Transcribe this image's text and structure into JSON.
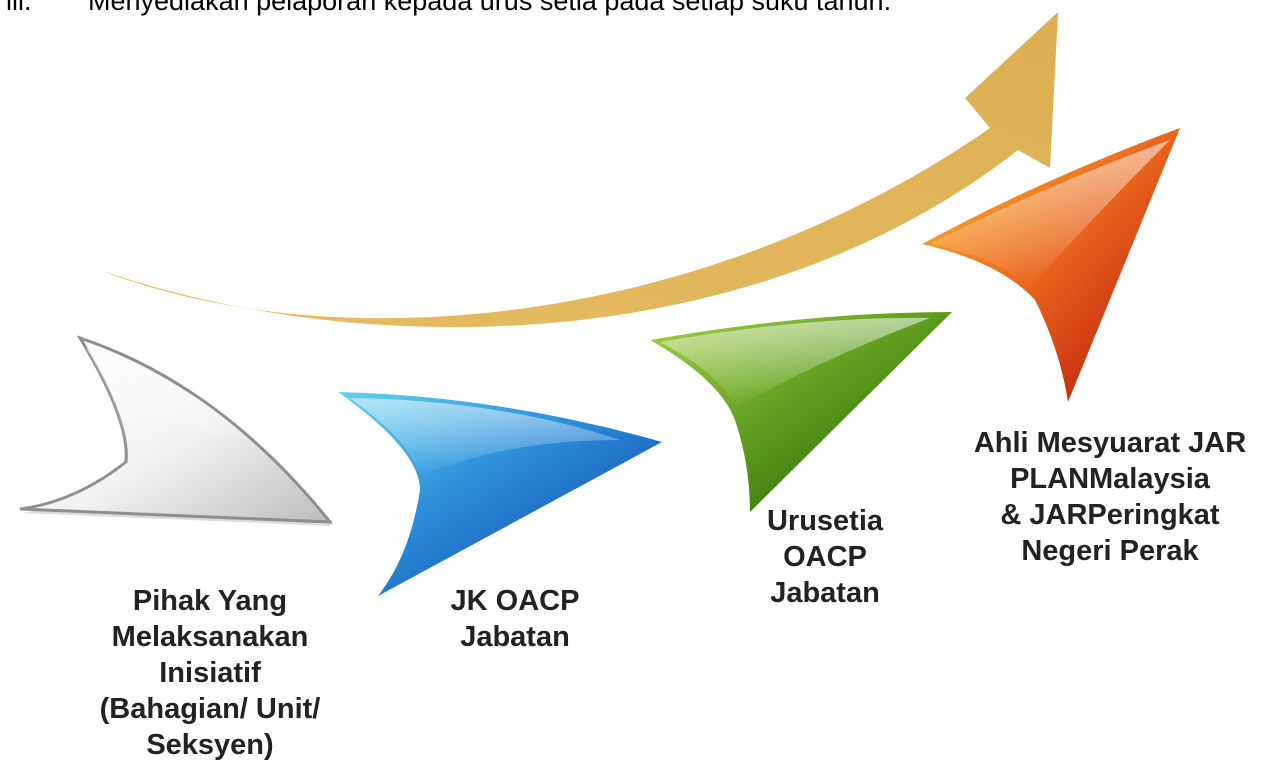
{
  "intro": {
    "number": "iii.",
    "text": "Menyediakan pelaporan kepada urus setia pada setiap suku tahun."
  },
  "stages": [
    {
      "lines": [
        "Pihak Yang",
        "Melaksanakan Inisiatif",
        "(Bahagian/ Unit/",
        "Seksyen)"
      ],
      "color": "#d8d8d8"
    },
    {
      "lines": [
        "JK OACP",
        "Jabatan"
      ],
      "color": "#2a7fd4"
    },
    {
      "lines": [
        "Urusetia",
        "OACP",
        "Jabatan"
      ],
      "color": "#5a9a1c"
    },
    {
      "lines": [
        "Ahli Mesyuarat JAR",
        "PLANMalaysia",
        "& JARPeringkat",
        "Negeri Perak"
      ],
      "color": "#e0601a"
    }
  ],
  "arrow_color": "#e2b65a"
}
